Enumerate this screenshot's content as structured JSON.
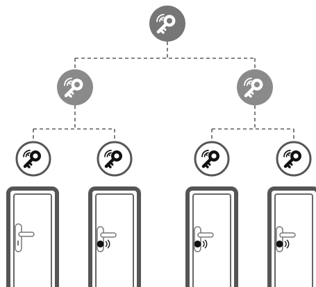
{
  "colors": {
    "master_node_fill": "#767676",
    "sub_node_fill": "#8a8a8a",
    "leaf_node_ring": "#555555",
    "door_frame": "#555555",
    "connector": "#3a3a3a"
  },
  "icons": {
    "master": "wireless-key-icon",
    "sub_master": "wireless-key-icon",
    "door_key": "wireless-key-icon",
    "manual_handle": "door-handle-icon",
    "smart_lock": "smart-lock-icon"
  },
  "hierarchy": {
    "sub_masters": [
      {
        "doors": [
          "manual",
          "smart"
        ]
      },
      {
        "doors": [
          "smart",
          "smart"
        ]
      }
    ]
  }
}
